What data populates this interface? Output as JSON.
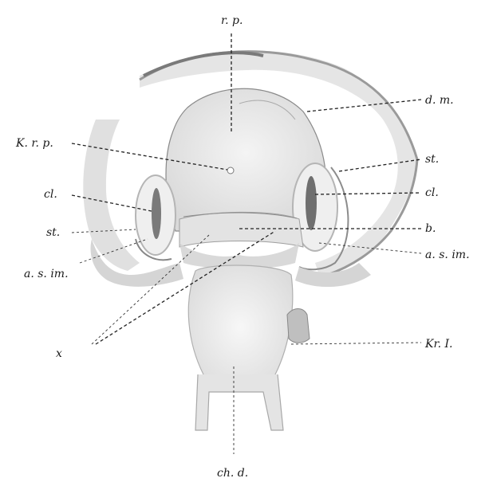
{
  "figure": {
    "labels": {
      "rp": "r. p.",
      "dm": "d. m.",
      "krp": "K. r. p.",
      "st_right": "st.",
      "cl_left": "cl.",
      "cl_right": "cl.",
      "st_left": "st.",
      "b": "b.",
      "asim_left": "a. s. im.",
      "asim_right": "a. s. im.",
      "kr1": "Kr. I.",
      "x": "x",
      "chd": "ch. d."
    }
  }
}
